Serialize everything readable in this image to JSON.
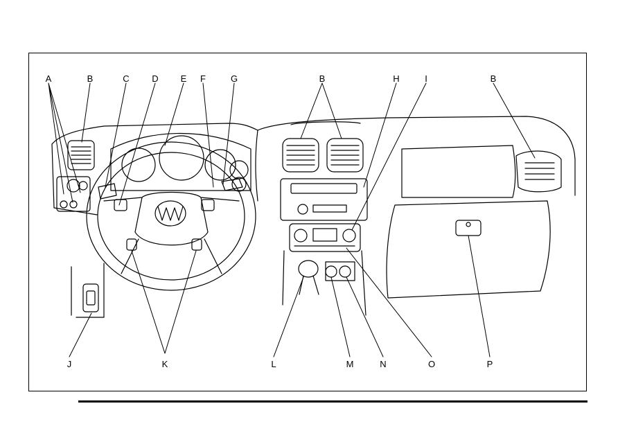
{
  "labels": {
    "A": "A",
    "B1": "B",
    "C": "C",
    "D": "D",
    "E": "E",
    "F": "F",
    "G": "G",
    "B2": "B",
    "H": "H",
    "I": "I",
    "B3": "B",
    "J": "J",
    "K": "K",
    "L": "L",
    "M": "M",
    "N": "N",
    "O": "O",
    "P": "P"
  }
}
